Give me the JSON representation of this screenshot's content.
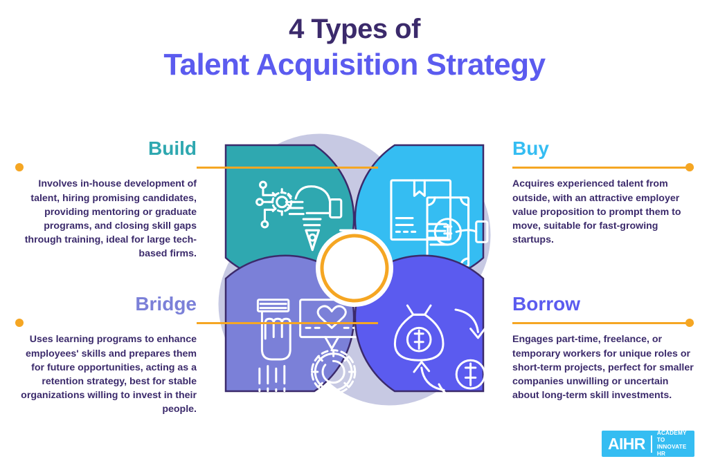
{
  "title": {
    "line1": "4 Types of",
    "line2": "Talent Acquisition Strategy"
  },
  "colors": {
    "title_dark": "#3b2a6b",
    "title_accent": "#5b5bef",
    "connector": "#f5a623",
    "center_ring": "#f5a623",
    "backdrop_petal": "#c7c9e3",
    "outline": "#3b2a6b",
    "build": "#2fa8b0",
    "buy": "#35bdf2",
    "bridge": "#7b80d8",
    "borrow": "#5b5bef",
    "logo_bg": "#35bdf2"
  },
  "quadrants": [
    {
      "key": "build",
      "label": "Build",
      "color": "#2fa8b0",
      "icon": "hand-pen-circuit-icon",
      "position": "top-left"
    },
    {
      "key": "buy",
      "label": "Buy",
      "color": "#35bdf2",
      "icon": "hand-money-package-icon",
      "position": "top-right"
    },
    {
      "key": "bridge",
      "label": "Bridge",
      "color": "#7b80d8",
      "icon": "hand-gear-heart-icon",
      "position": "bottom-left"
    },
    {
      "key": "borrow",
      "label": "Borrow",
      "color": "#5b5bef",
      "icon": "money-bag-exchange-hand-icon",
      "position": "bottom-right"
    }
  ],
  "panels": {
    "build": {
      "heading": "Build",
      "heading_color": "#2fa8b0",
      "body": "Involves in-house development of talent, hiring promising candidates, providing mentoring or graduate programs, and closing skill gaps through training, ideal for large tech-based firms."
    },
    "buy": {
      "heading": "Buy",
      "heading_color": "#35bdf2",
      "body": "Acquires experienced talent from outside, with an attractive employer value proposition to prompt them to move, suitable for fast-growing startups."
    },
    "bridge": {
      "heading": "Bridge",
      "heading_color": "#7b80d8",
      "body": "Uses learning programs to enhance employees' skills and prepares them for future opportunities, acting as a retention strategy, best for stable organizations willing to invest in their people."
    },
    "borrow": {
      "heading": "Borrow",
      "heading_color": "#5b5bef",
      "body": "Engages part-time, freelance, or temporary workers for unique roles or short-term projects, perfect for smaller companies unwilling or uncertain about long-term skill investments."
    }
  },
  "logo": {
    "mark": "AIHR",
    "tagline_line1": "ACADEMY TO",
    "tagline_line2": "INNOVATE HR"
  }
}
